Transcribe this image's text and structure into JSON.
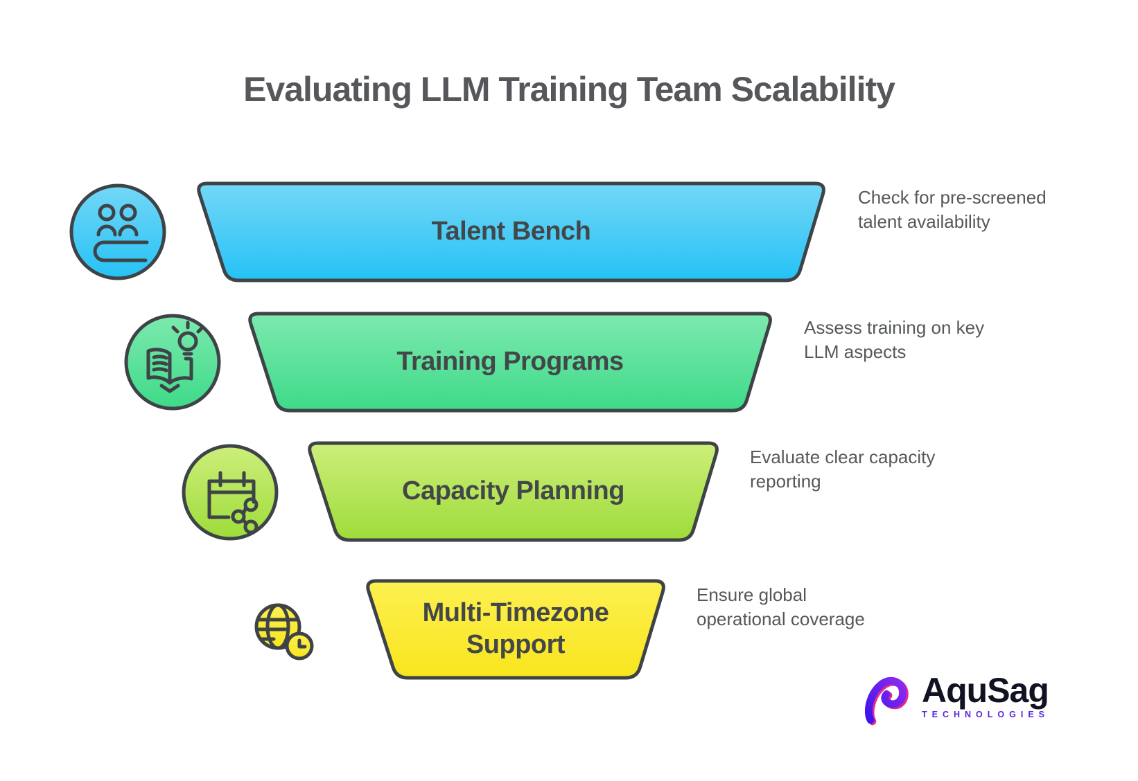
{
  "title": "Evaluating LLM Training Team Scalability",
  "theme": {
    "background": "#ffffff",
    "stroke": "#3e4347",
    "title_color": "#56575b",
    "label_color": "#43474a",
    "note_color": "#55585a"
  },
  "levels": [
    {
      "label": "Talent Bench",
      "note": "Check for pre-screened\ntalent availability",
      "icon": "people-bench-icon",
      "color_top": "#74d7f7",
      "color_bottom": "#25c2f5"
    },
    {
      "label": "Training Programs",
      "note": "Assess training on key\nLLM aspects",
      "icon": "book-lightbulb-icon",
      "color_top": "#7de9ae",
      "color_bottom": "#3eda89"
    },
    {
      "label": "Capacity Planning",
      "note": "Evaluate clear capacity\nreporting",
      "icon": "calendar-share-icon",
      "color_top": "#cdee7b",
      "color_bottom": "#9edc3a"
    },
    {
      "label": "Multi-Timezone Support",
      "note": "Ensure global\noperational coverage",
      "icon": "globe-clock-icon",
      "color_top": "#fdf051",
      "color_bottom": "#f8e51d"
    }
  ],
  "logo": {
    "name": "AquSag",
    "subtitle": "TECHNOLOGIES",
    "name_color": "#111322",
    "subtitle_color": "#5a24d8",
    "mark_colors": {
      "blue": "#3c13ee",
      "violet": "#8d2bf0",
      "pink": "#e42a8c"
    }
  }
}
